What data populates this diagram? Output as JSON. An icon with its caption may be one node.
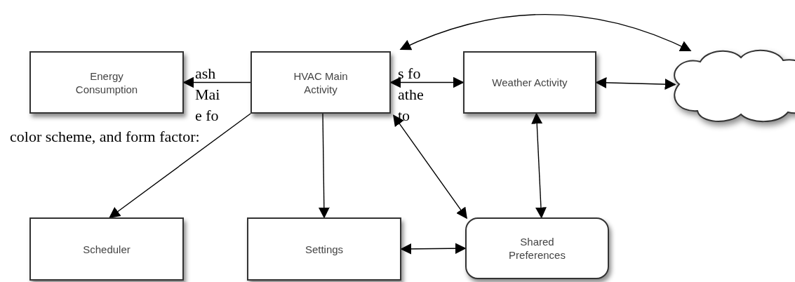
{
  "diagram": {
    "nodes": [
      {
        "text": [
          "Energy Consumption"
        ]
      },
      {
        "text": [
          "HVAC Main Activity"
        ]
      },
      {
        "text": [
          "Weather Activity"
        ]
      },
      {
        "text": [],
        "shape": "cloud"
      },
      {
        "text": [
          "Scheduler"
        ]
      },
      {
        "text": [
          "Settings"
        ]
      },
      {
        "text": [
          "Shared Preferences"
        ]
      }
    ],
    "edges": [
      {
        "from": 1,
        "to": 0,
        "arrow": "to"
      },
      {
        "from": 1,
        "to": 2,
        "arrow": "both"
      },
      {
        "from": 2,
        "to": 3,
        "arrow": "both"
      },
      {
        "from": 1,
        "to": 3,
        "arrow": "both"
      },
      {
        "from": 1,
        "to": 4,
        "arrow": "to"
      },
      {
        "from": 1,
        "to": 5,
        "arrow": "to"
      },
      {
        "from": 6,
        "to": 1,
        "arrow": "both"
      },
      {
        "from": 2,
        "to": 6,
        "arrow": "both"
      },
      {
        "from": 5,
        "to": 6,
        "arrow": "both"
      }
    ],
    "labels": [
      "ash",
      "s fo",
      "Mai",
      "athe",
      "e fo",
      "to",
      "color scheme, and form factor:"
    ]
  }
}
